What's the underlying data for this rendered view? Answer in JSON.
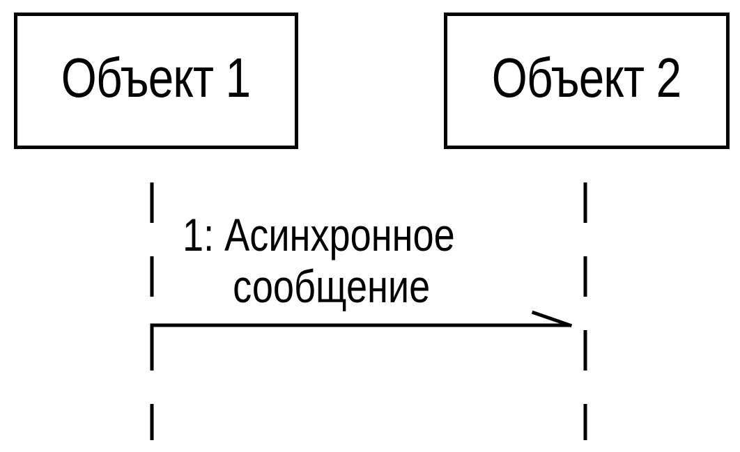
{
  "objects": [
    {
      "label": "Объект 1"
    },
    {
      "label": "Объект 2"
    }
  ],
  "message": {
    "line1": "1: Асинхронное",
    "line2": "сообщение"
  },
  "colors": {
    "stroke": "#000000",
    "background": "#ffffff"
  }
}
